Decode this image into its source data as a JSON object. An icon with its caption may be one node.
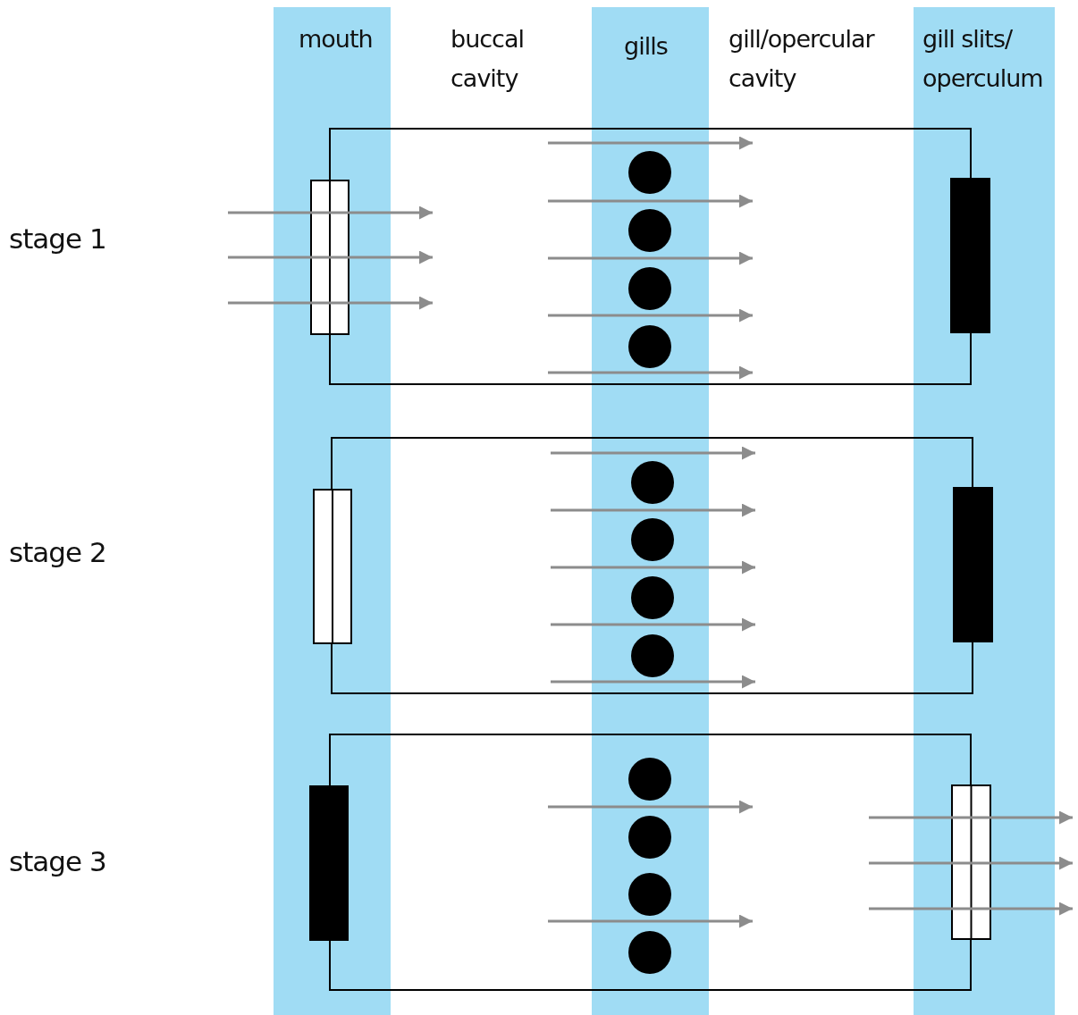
{
  "diagram": {
    "nodes": [
      {
        "text": [
          "mouth"
        ]
      },
      {
        "text": [
          "gills"
        ]
      },
      {
        "text": [
          "gill slits/ operculum"
        ]
      }
    ],
    "labels": [
      "buccal cavity",
      "gill/opercular cavity",
      "stage 1",
      "stage 2",
      "stage 3"
    ]
  }
}
